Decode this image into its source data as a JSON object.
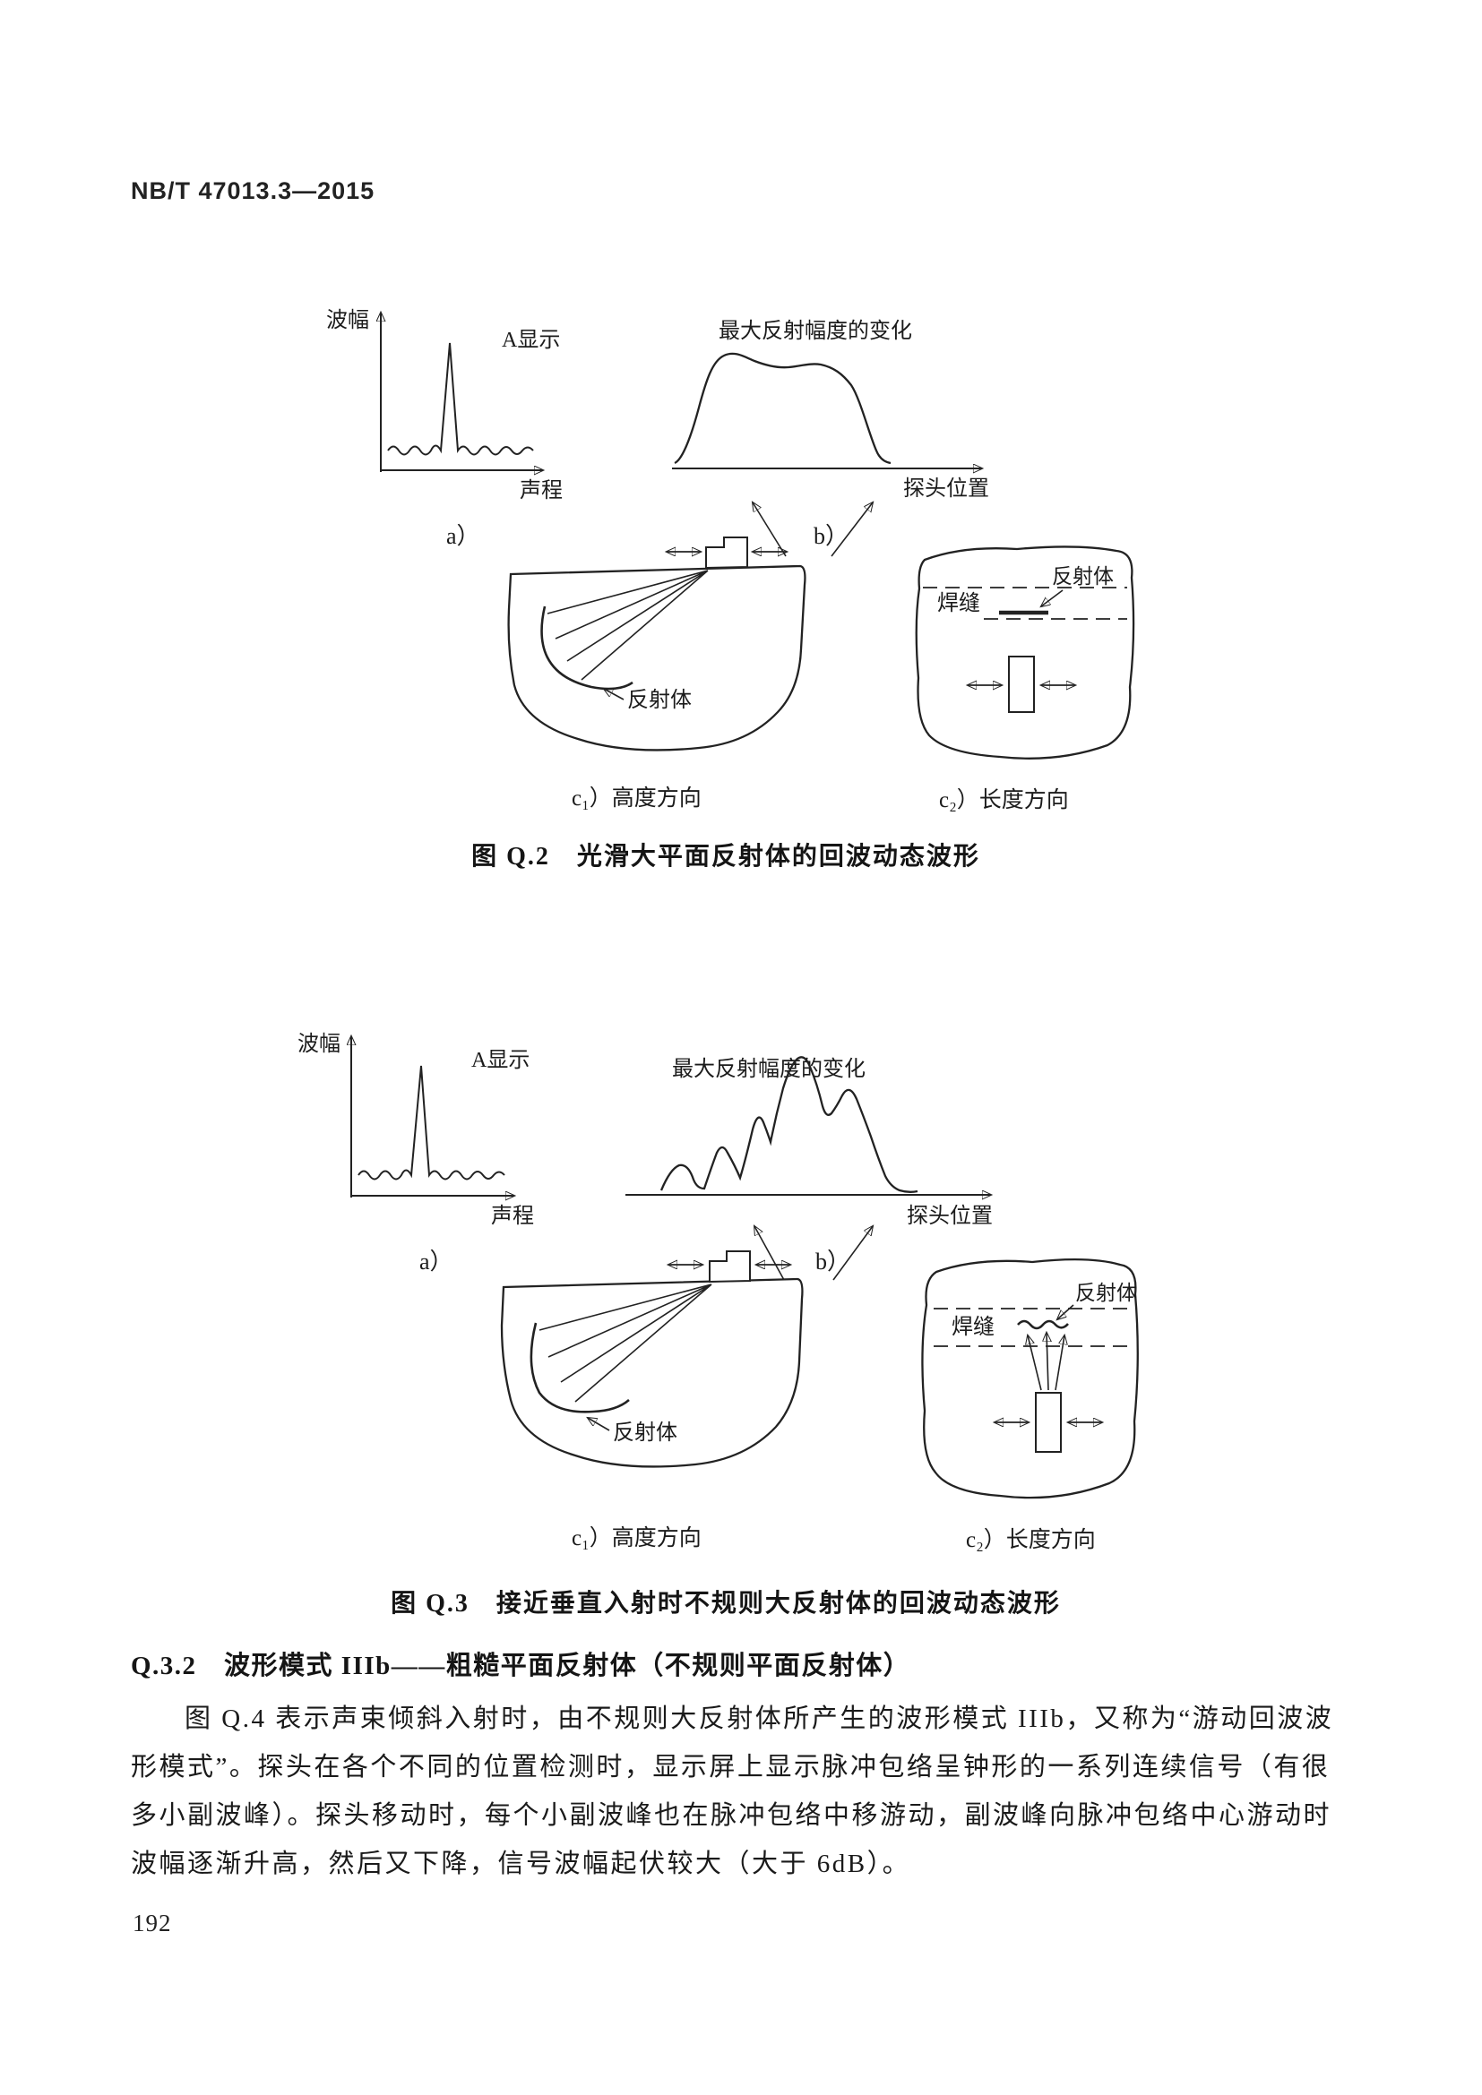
{
  "doc": {
    "header": "NB/T 47013.3—2015",
    "page_number": "192"
  },
  "labels": {
    "amplitude": "波幅",
    "a_display": "A显示",
    "sound_path": "声程",
    "max_reflection": "最大反射幅度的变化",
    "probe_position": "探头位置",
    "sub_a": "a）",
    "sub_b": "b）",
    "reflector": "反射体",
    "weld": "焊缝",
    "sub_c1": "c₁）高度方向",
    "sub_c2": "c₂）长度方向"
  },
  "fig_q2": {
    "caption": "图 Q.2　光滑大平面反射体的回波动态波形"
  },
  "fig_q3": {
    "caption": "图 Q.3　接近垂直入射时不规则大反射体的回波动态波形"
  },
  "section": {
    "heading": "Q.3.2　波形模式 IIIb——粗糙平面反射体（不规则平面反射体）",
    "para": [
      "图 Q.4 表示声束倾斜入射时，由不规则大反射体所产生的波形模式 IIIb，又称为“游动回波波",
      "形模式”。探头在各个不同的位置检测时，显示屏上显示脉冲包络呈钟形的一系列连续信号（有很",
      "多小副波峰）。探头移动时，每个小副波峰也在脉冲包络中移游动，副波峰向脉冲包络中心游动时",
      "波幅逐渐升高，然后又下降，信号波幅起伏较大（大于 6dB）。"
    ]
  }
}
